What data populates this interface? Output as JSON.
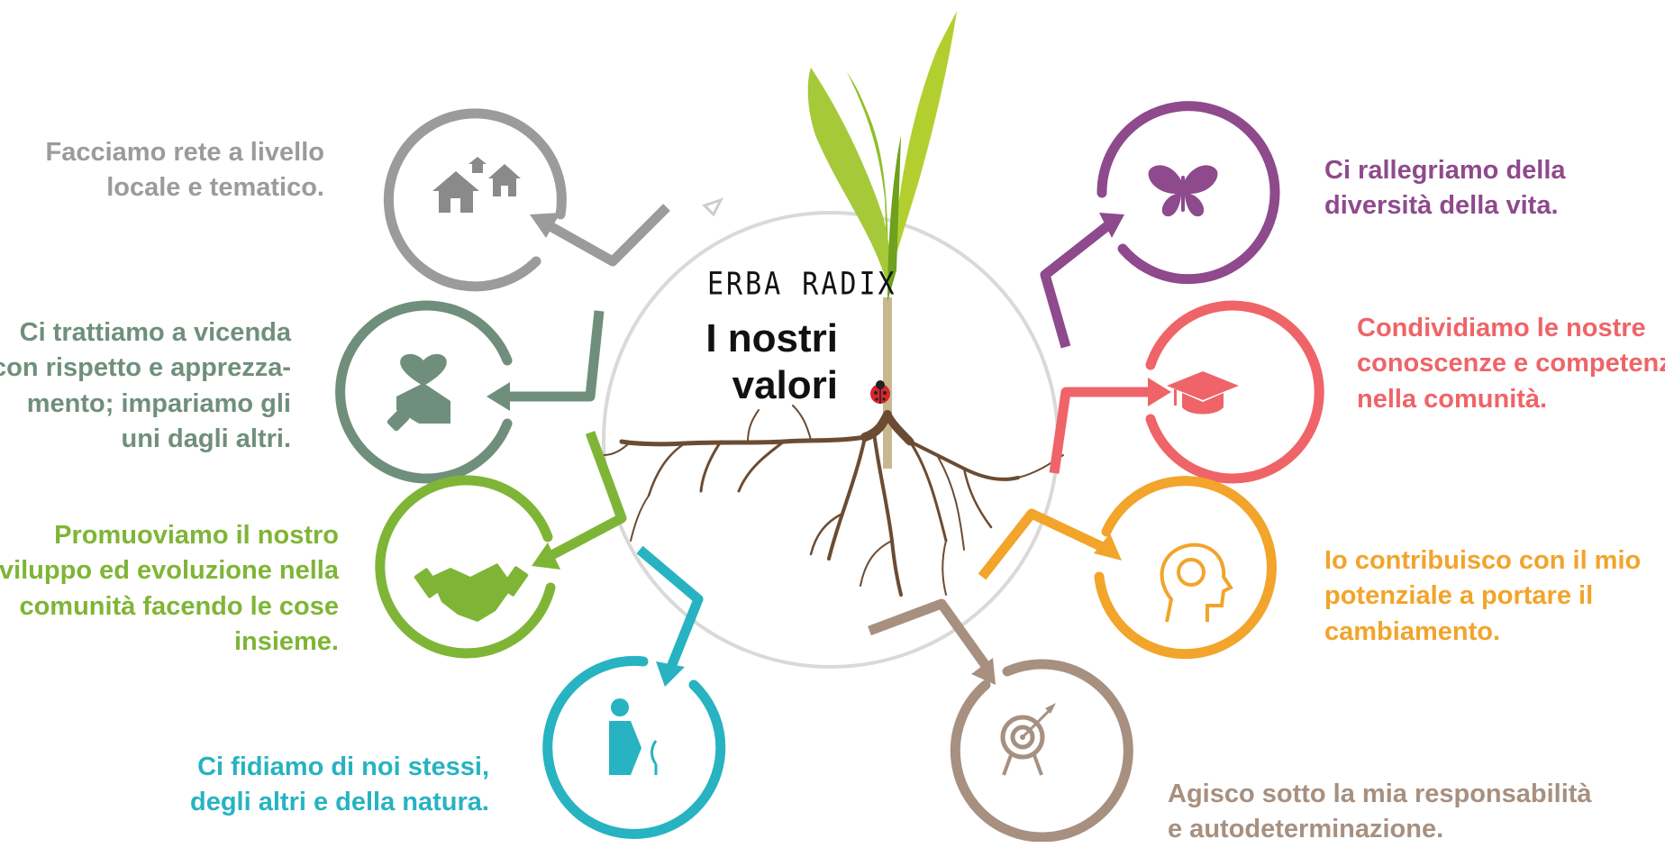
{
  "header": {
    "brand": "ERBA RADIX",
    "title_line1": "I nostri",
    "title_line2": "valori"
  },
  "colors": {
    "network": "#9b9b9b",
    "respect": "#6f8f7c",
    "develop": "#7fb536",
    "trust": "#27b3c1",
    "diversity": "#8e4a8c",
    "knowledge": "#ef6468",
    "potential": "#f2a42b",
    "responsibility": "#a79080"
  },
  "values": [
    {
      "id": "network",
      "color": "#9b9b9b",
      "icon": "houses-icon",
      "lines": [
        "Facciamo rete a livello",
        "locale e tematico."
      ]
    },
    {
      "id": "respect",
      "color": "#6f8f7c",
      "icon": "heart-hand-icon",
      "lines": [
        "Ci trattiamo a vicenda",
        "con rispetto e apprezza-",
        "mento; impariamo gli",
        "uni dagli altri."
      ]
    },
    {
      "id": "develop",
      "color": "#7fb536",
      "icon": "handshake-icon",
      "lines": [
        "Promuoviamo il nostro",
        "sviluppo ed evoluzione nella",
        "comunità facendo le cose",
        "insieme."
      ]
    },
    {
      "id": "trust",
      "color": "#27b3c1",
      "icon": "pregnant-person-icon",
      "lines": [
        "Ci fidiamo di noi stessi,",
        "degli altri e della natura."
      ]
    },
    {
      "id": "diversity",
      "color": "#8e4a8c",
      "icon": "butterfly-icon",
      "lines": [
        "Ci rallegriamo della",
        "diversità della vita."
      ]
    },
    {
      "id": "knowledge",
      "color": "#ef6468",
      "icon": "graduation-cap-icon",
      "lines": [
        "Condividiamo le nostre",
        "conoscenze e competenze",
        "nella comunità."
      ]
    },
    {
      "id": "potential",
      "color": "#f2a42b",
      "icon": "brain-head-icon",
      "lines": [
        "Io contribuisco con il mio",
        "potenziale a portare il",
        "cambiamento."
      ]
    },
    {
      "id": "responsibility",
      "color": "#a79080",
      "icon": "target-icon",
      "lines": [
        "Agisco sotto la mia responsabilità",
        "e autodeterminazione."
      ]
    }
  ]
}
